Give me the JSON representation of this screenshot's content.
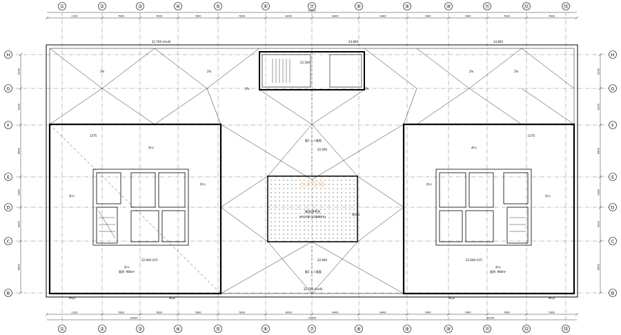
{
  "grid": {
    "columns": [
      "①",
      "②",
      "③",
      "④",
      "⑤",
      "⑥",
      "⑦",
      "⑧",
      "⑨",
      "⑩",
      "⑪",
      "⑫",
      "⑬"
    ],
    "rows": [
      "H",
      "G",
      "F",
      "E",
      "D",
      "C",
      "B"
    ],
    "top_dims": [
      "2100",
      "7800",
      "7800",
      "7800",
      "7800",
      "8400",
      "8400",
      "8400",
      "7800",
      "7800",
      "7800",
      "7800",
      "2100"
    ],
    "bottom_dims": [
      "2100",
      "7800",
      "7800",
      "7800",
      "7800",
      "8400",
      "8400",
      "8400",
      "7800",
      "7800",
      "7800",
      "7800",
      "2100"
    ],
    "top_total": "93600",
    "bottom_totals": [
      "33200",
      "25200",
      "33200"
    ],
    "left_dims": [
      "6300",
      "6300",
      "6600",
      "6300",
      "6300",
      "6600"
    ],
    "right_dims": [
      "6300",
      "6300",
      "6600",
      "6300",
      "6300",
      "6600"
    ]
  },
  "labels": {
    "roof_elev_left": "22.700 (H±8)",
    "roof_elev_right": "24.800",
    "stair_elev": "22.500",
    "core_elev": "24.800",
    "atrium_label": "屋1 上人屋面",
    "atrium_label_bottom": "屋1 上人屋面",
    "skylight_label": "采光顶平台",
    "skylight_sub": "(采光天窗 详见幕墙专业)",
    "left_office_top": "办公",
    "left_office_left": "办公",
    "left_office_right": "办公",
    "left_office_bottom": "办公",
    "left_office_area": "面积: 980m²",
    "right_office_top": "办公",
    "right_office_left": "办公",
    "right_office_right": "办公",
    "right_office_bottom": "办公",
    "right_office_area": "面积: 980m²",
    "floor_elev_left": "22.000 (H7)",
    "floor_elev_right": "22.000 (H7)",
    "slope": "2%",
    "mid_elev_top": "22.000",
    "mid_elev_bottom": "22.000",
    "bottom_roof_elev": "22.700 (H±8)",
    "drain_label": "雨水斗",
    "mq_labels": [
      "MQ3",
      "MQ2",
      "MQ2",
      "MQ3"
    ],
    "gutter": "1375"
  },
  "watermark": "土木在线"
}
